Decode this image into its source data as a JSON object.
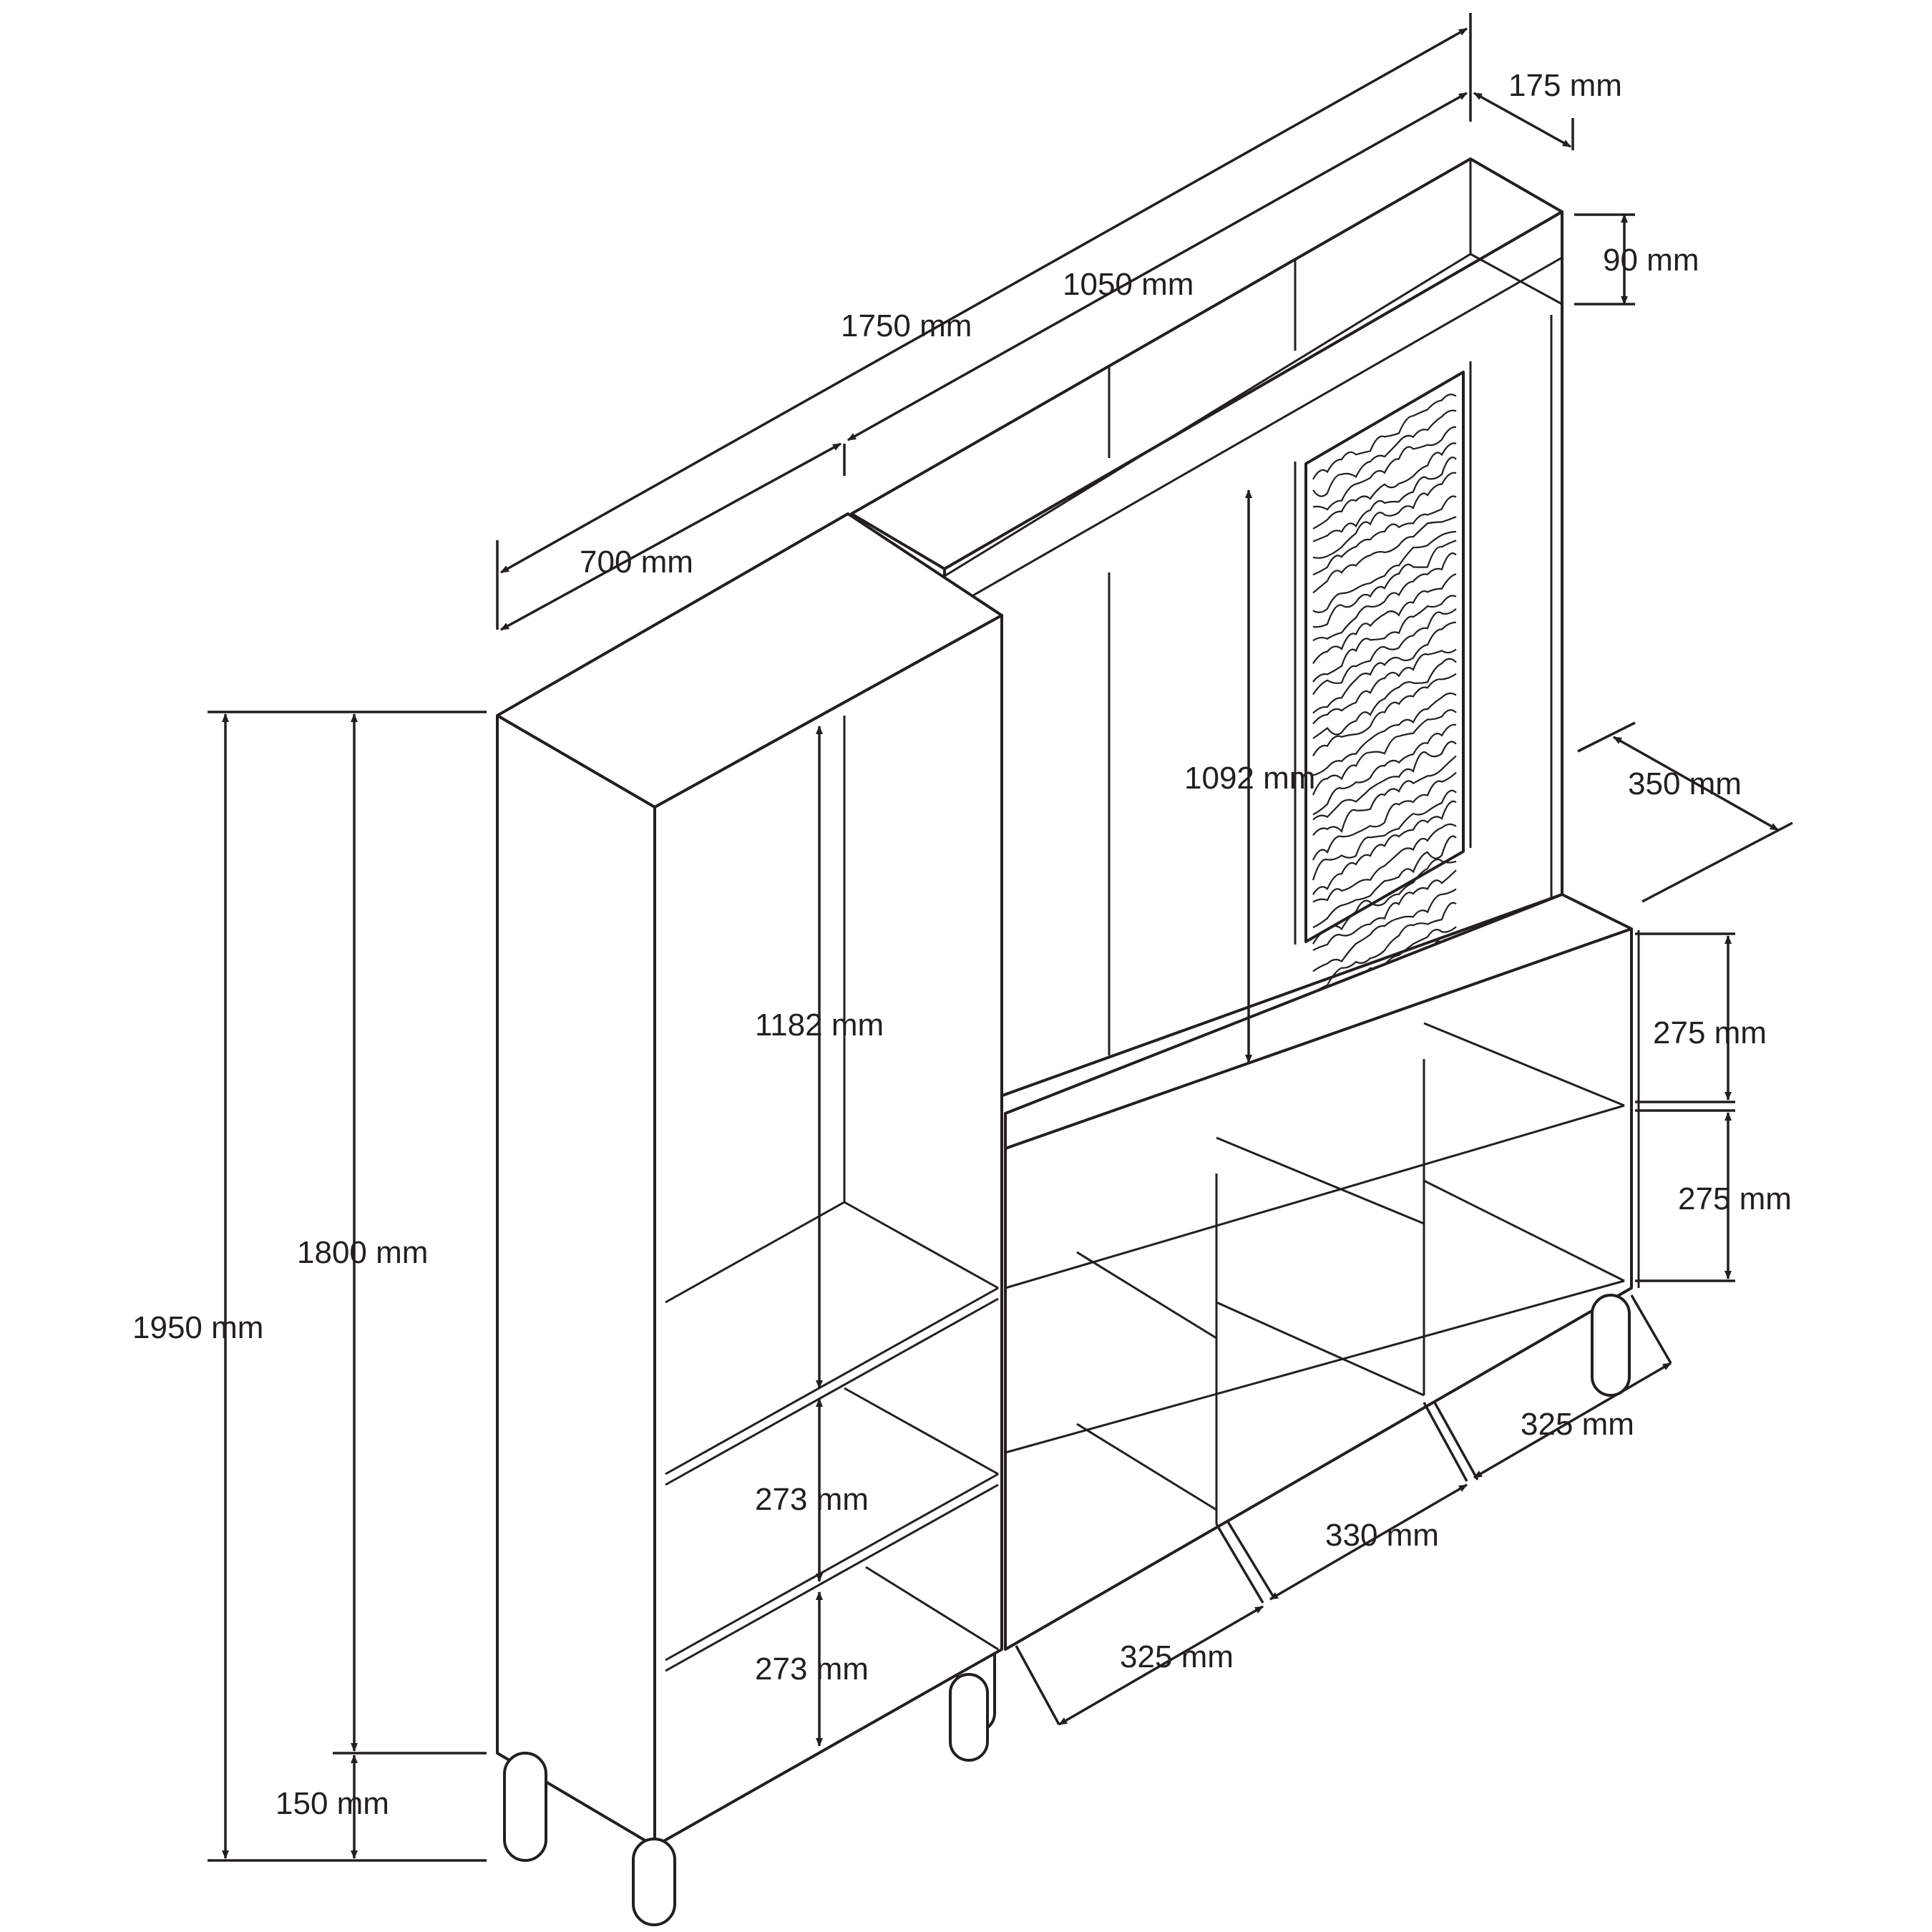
{
  "colors": {
    "line": "#231f20",
    "background": "#ffffff"
  },
  "dimensions": {
    "total_width": "1750 mm",
    "top_section_width": "1050 mm",
    "top_shelf_depth": "175 mm",
    "top_shelf_height": "90 mm",
    "left_cabinet_width": "700 mm",
    "total_height": "1950 mm",
    "body_height": "1800 mm",
    "leg_height": "150 mm",
    "left_upper_compartment": "1182 mm",
    "left_shelf_1": "273 mm",
    "left_shelf_2": "273 mm",
    "mirror_height": "1092 mm",
    "lower_depth": "350 mm",
    "cubby_row_1": "275 mm",
    "cubby_row_2": "275 mm",
    "cubby_width_1": "325 mm",
    "cubby_width_2": "330 mm",
    "cubby_width_3": "325 mm"
  }
}
